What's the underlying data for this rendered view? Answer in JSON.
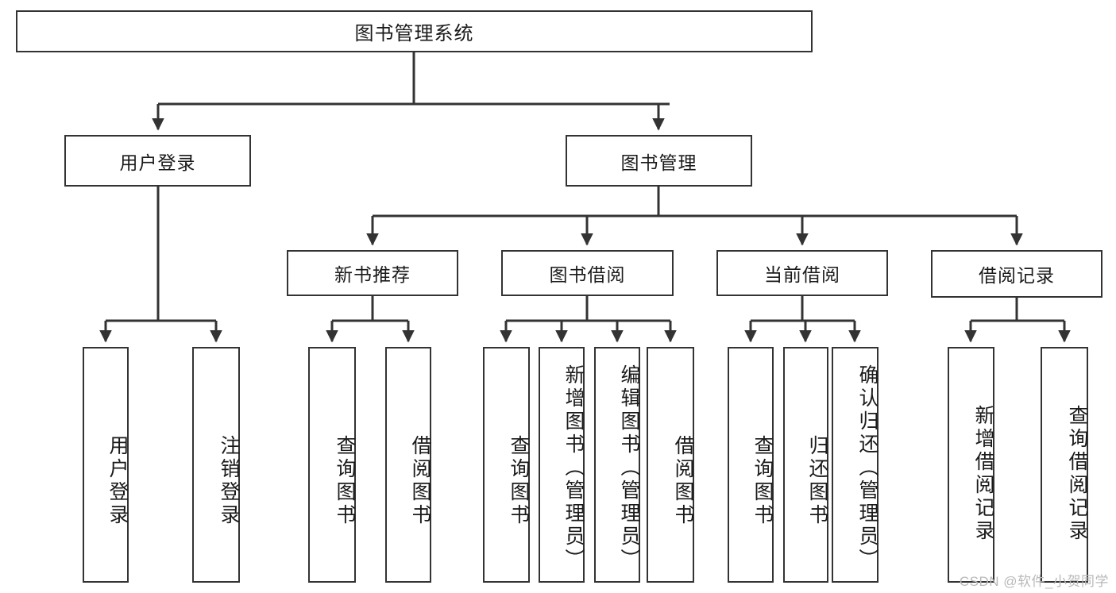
{
  "diagram": {
    "type": "tree-hierarchy",
    "title": "图书管理系统",
    "watermark": "CSDN @软件_小贺同学",
    "colors": {
      "box_border": "#333333",
      "box_fill": "#ffffff",
      "connector": "#333333",
      "text": "#1a1a1a",
      "watermark": "#b9b9b9"
    },
    "nodes": {
      "root": {
        "label": "图书管理系统"
      },
      "level2": [
        {
          "id": "user-login",
          "label": "用户登录"
        },
        {
          "id": "book-management",
          "label": "图书管理"
        }
      ],
      "level3": [
        {
          "id": "new-book-recommend",
          "label": "新书推荐"
        },
        {
          "id": "book-borrow",
          "label": "图书借阅"
        },
        {
          "id": "current-borrow",
          "label": "当前借阅"
        },
        {
          "id": "borrow-record",
          "label": "借阅记录"
        }
      ],
      "leaves": [
        {
          "id": "leaf-user-login",
          "label": "用户登录",
          "parent": "user-login"
        },
        {
          "id": "leaf-logout",
          "label": "注销登录",
          "parent": "user-login"
        },
        {
          "id": "leaf-query-book-1",
          "label": "查询图书",
          "parent": "new-book-recommend"
        },
        {
          "id": "leaf-borrow-book-1",
          "label": "借阅图书",
          "parent": "new-book-recommend"
        },
        {
          "id": "leaf-query-book-2",
          "label": "查询图书",
          "parent": "book-borrow"
        },
        {
          "id": "leaf-add-book",
          "label": "新增图书（管理员）",
          "parent": "book-borrow"
        },
        {
          "id": "leaf-edit-book",
          "label": "编辑图书（管理员）",
          "parent": "book-borrow"
        },
        {
          "id": "leaf-borrow-book-2",
          "label": "借阅图书",
          "parent": "book-borrow"
        },
        {
          "id": "leaf-query-book-3",
          "label": "查询图书",
          "parent": "current-borrow"
        },
        {
          "id": "leaf-return-book",
          "label": "归还图书",
          "parent": "current-borrow"
        },
        {
          "id": "leaf-confirm-return",
          "label": "确认归还（管理员）",
          "parent": "current-borrow"
        },
        {
          "id": "leaf-add-record",
          "label": "新增借阅记录",
          "parent": "borrow-record"
        },
        {
          "id": "leaf-query-record",
          "label": "查询借阅记录",
          "parent": "borrow-record"
        }
      ]
    }
  }
}
